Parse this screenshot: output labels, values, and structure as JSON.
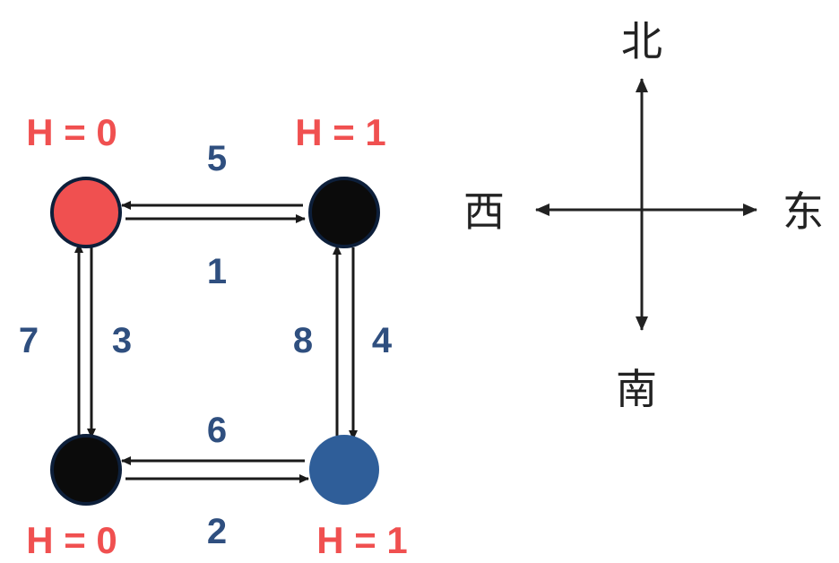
{
  "colors": {
    "red": "#f05050",
    "blue": "#2f5e99",
    "black": "#0b0b0b",
    "edge": "#1a1a1a",
    "h_label": "#f05050",
    "edge_label": "#2f4f7f",
    "compass": "#222222"
  },
  "nodes": {
    "top_left": {
      "fill": "red",
      "h_label": "H = 0"
    },
    "top_right": {
      "fill": "black",
      "h_label": "H = 1"
    },
    "bottom_left": {
      "fill": "black",
      "h_label": "H = 0"
    },
    "bottom_right": {
      "fill": "blue",
      "h_label": "H = 1"
    }
  },
  "edges": {
    "top_right_to_left": "5",
    "top_left_to_right": "1",
    "bottom_right_to_left": "6",
    "bottom_left_to_right": "2",
    "left_bottom_to_top": "7",
    "left_top_to_bottom": "3",
    "right_bottom_to_top": "8",
    "right_top_to_bottom": "4"
  },
  "compass": {
    "north": "北",
    "south": "南",
    "east": "东",
    "west": "西"
  }
}
